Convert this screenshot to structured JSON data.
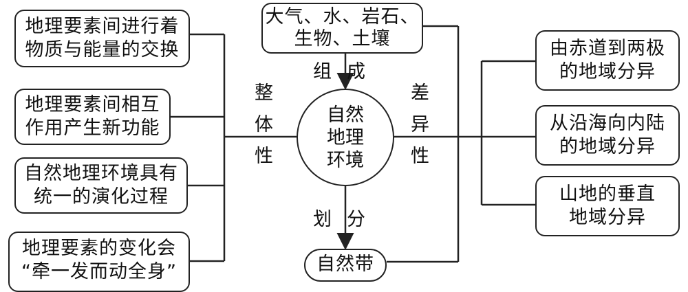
{
  "center": {
    "lines": [
      "自然",
      "地理",
      "环境"
    ]
  },
  "top_box": {
    "lines": [
      "大气、水、岩石、",
      "生物、土壤"
    ]
  },
  "top_label": {
    "chars": [
      "组",
      "成"
    ]
  },
  "bottom_box": {
    "text": "自然带"
  },
  "bottom_label": {
    "chars": [
      "划",
      "分"
    ]
  },
  "left_label": {
    "chars": [
      "整",
      "体",
      "性"
    ]
  },
  "right_label": {
    "chars": [
      "差",
      "异",
      "性"
    ]
  },
  "left_boxes": [
    {
      "lines": [
        "地理要素间进行着",
        "物质与能量的交换"
      ]
    },
    {
      "lines": [
        "地理要素间相互",
        "作用产生新功能"
      ]
    },
    {
      "lines": [
        "自然地理环境具有",
        "统一的演化过程"
      ]
    },
    {
      "lines": [
        "地理要素的变化会",
        "“牵一发而动全身”"
      ]
    }
  ],
  "right_boxes": [
    {
      "lines": [
        "由赤道到两极",
        "的地域分异"
      ]
    },
    {
      "lines": [
        "从沿海向内陆",
        "的地域分异"
      ]
    },
    {
      "lines": [
        "山地的垂直",
        "地域分异"
      ]
    }
  ]
}
